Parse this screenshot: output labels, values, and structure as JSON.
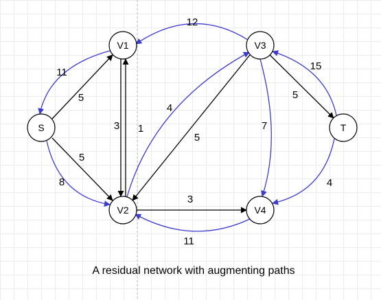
{
  "caption": "A residual network with augmenting paths",
  "colors": {
    "forward_edge": "#000000",
    "residual_edge": "#3b3bd0"
  },
  "nodes": [
    {
      "id": "S",
      "label": "S"
    },
    {
      "id": "V1",
      "label": "V1"
    },
    {
      "id": "V2",
      "label": "V2"
    },
    {
      "id": "V3",
      "label": "V3"
    },
    {
      "id": "V4",
      "label": "V4"
    },
    {
      "id": "T",
      "label": "T"
    }
  ],
  "edges": [
    {
      "from": "S",
      "to": "V1",
      "kind": "forward",
      "label": "5"
    },
    {
      "from": "V1",
      "to": "S",
      "kind": "residual",
      "label": "11"
    },
    {
      "from": "S",
      "to": "V2",
      "kind": "forward",
      "label": "5"
    },
    {
      "from": "S",
      "to": "V2",
      "kind": "residual",
      "label": "8"
    },
    {
      "from": "V1",
      "to": "V2",
      "kind": "forward",
      "label": "3"
    },
    {
      "from": "V2",
      "to": "V1",
      "kind": "forward",
      "label": "1"
    },
    {
      "from": "V3",
      "to": "V2",
      "kind": "forward",
      "label": "5"
    },
    {
      "from": "V2",
      "to": "V3",
      "kind": "residual",
      "label": "4"
    },
    {
      "from": "V3",
      "to": "V1",
      "kind": "residual",
      "label": "12"
    },
    {
      "from": "V2",
      "to": "V4",
      "kind": "forward",
      "label": "3"
    },
    {
      "from": "V4",
      "to": "V2",
      "kind": "residual",
      "label": "11"
    },
    {
      "from": "V3",
      "to": "T",
      "kind": "forward",
      "label": "5"
    },
    {
      "from": "T",
      "to": "V3",
      "kind": "residual",
      "label": "15"
    },
    {
      "from": "V3",
      "to": "V4",
      "kind": "residual",
      "label": "7"
    },
    {
      "from": "T",
      "to": "V4",
      "kind": "residual",
      "label": "4"
    }
  ]
}
